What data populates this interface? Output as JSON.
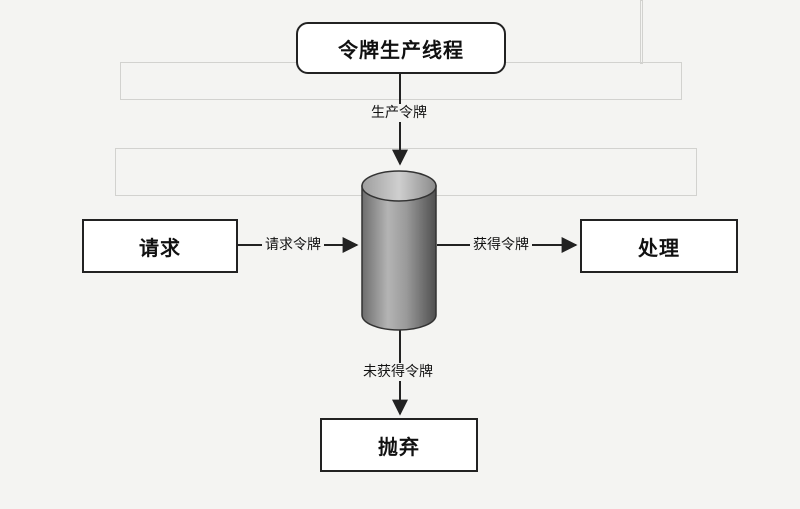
{
  "nodes": {
    "producer": "令牌生产线程",
    "request": "请求",
    "process": "处理",
    "discard": "抛弃"
  },
  "edges": {
    "produce": "生产令牌",
    "request_token": "请求令牌",
    "acquired": "获得令牌",
    "not_acquired": "未获得令牌"
  }
}
